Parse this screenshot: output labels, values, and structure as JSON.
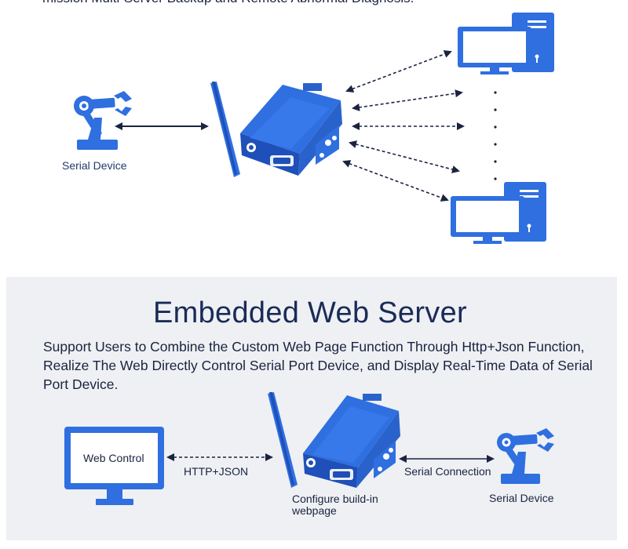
{
  "top": {
    "caption": "mission Multi-Server Backup and Remote Abnormal Diagnosis.",
    "serial_device_label": "Serial Device"
  },
  "section": {
    "title": "Embedded Web Server",
    "description": "Support Users to Combine the Custom Web Page Function Through Http+Json Function, Realize The Web Directly Control Serial Port Device, and Display Real-Time Data of Serial Port Device."
  },
  "bottom": {
    "web_control_label": "Web Control",
    "http_json_label": "HTTP+JSON",
    "configure_label": "Configure build-in webpage",
    "serial_connection_label": "Serial Connection",
    "serial_device_label": "Serial Device"
  },
  "colors": {
    "accent": "#2f6fe0",
    "dark_accent": "#1f4fb8",
    "arrow": "#1a2340",
    "title": "#1a2b57",
    "panel_bg": "#eef0f3"
  },
  "icons": [
    "robot-arm-icon",
    "wireless-device-icon",
    "desktop-computer-icon",
    "monitor-icon",
    "vertical-dots-icon"
  ]
}
